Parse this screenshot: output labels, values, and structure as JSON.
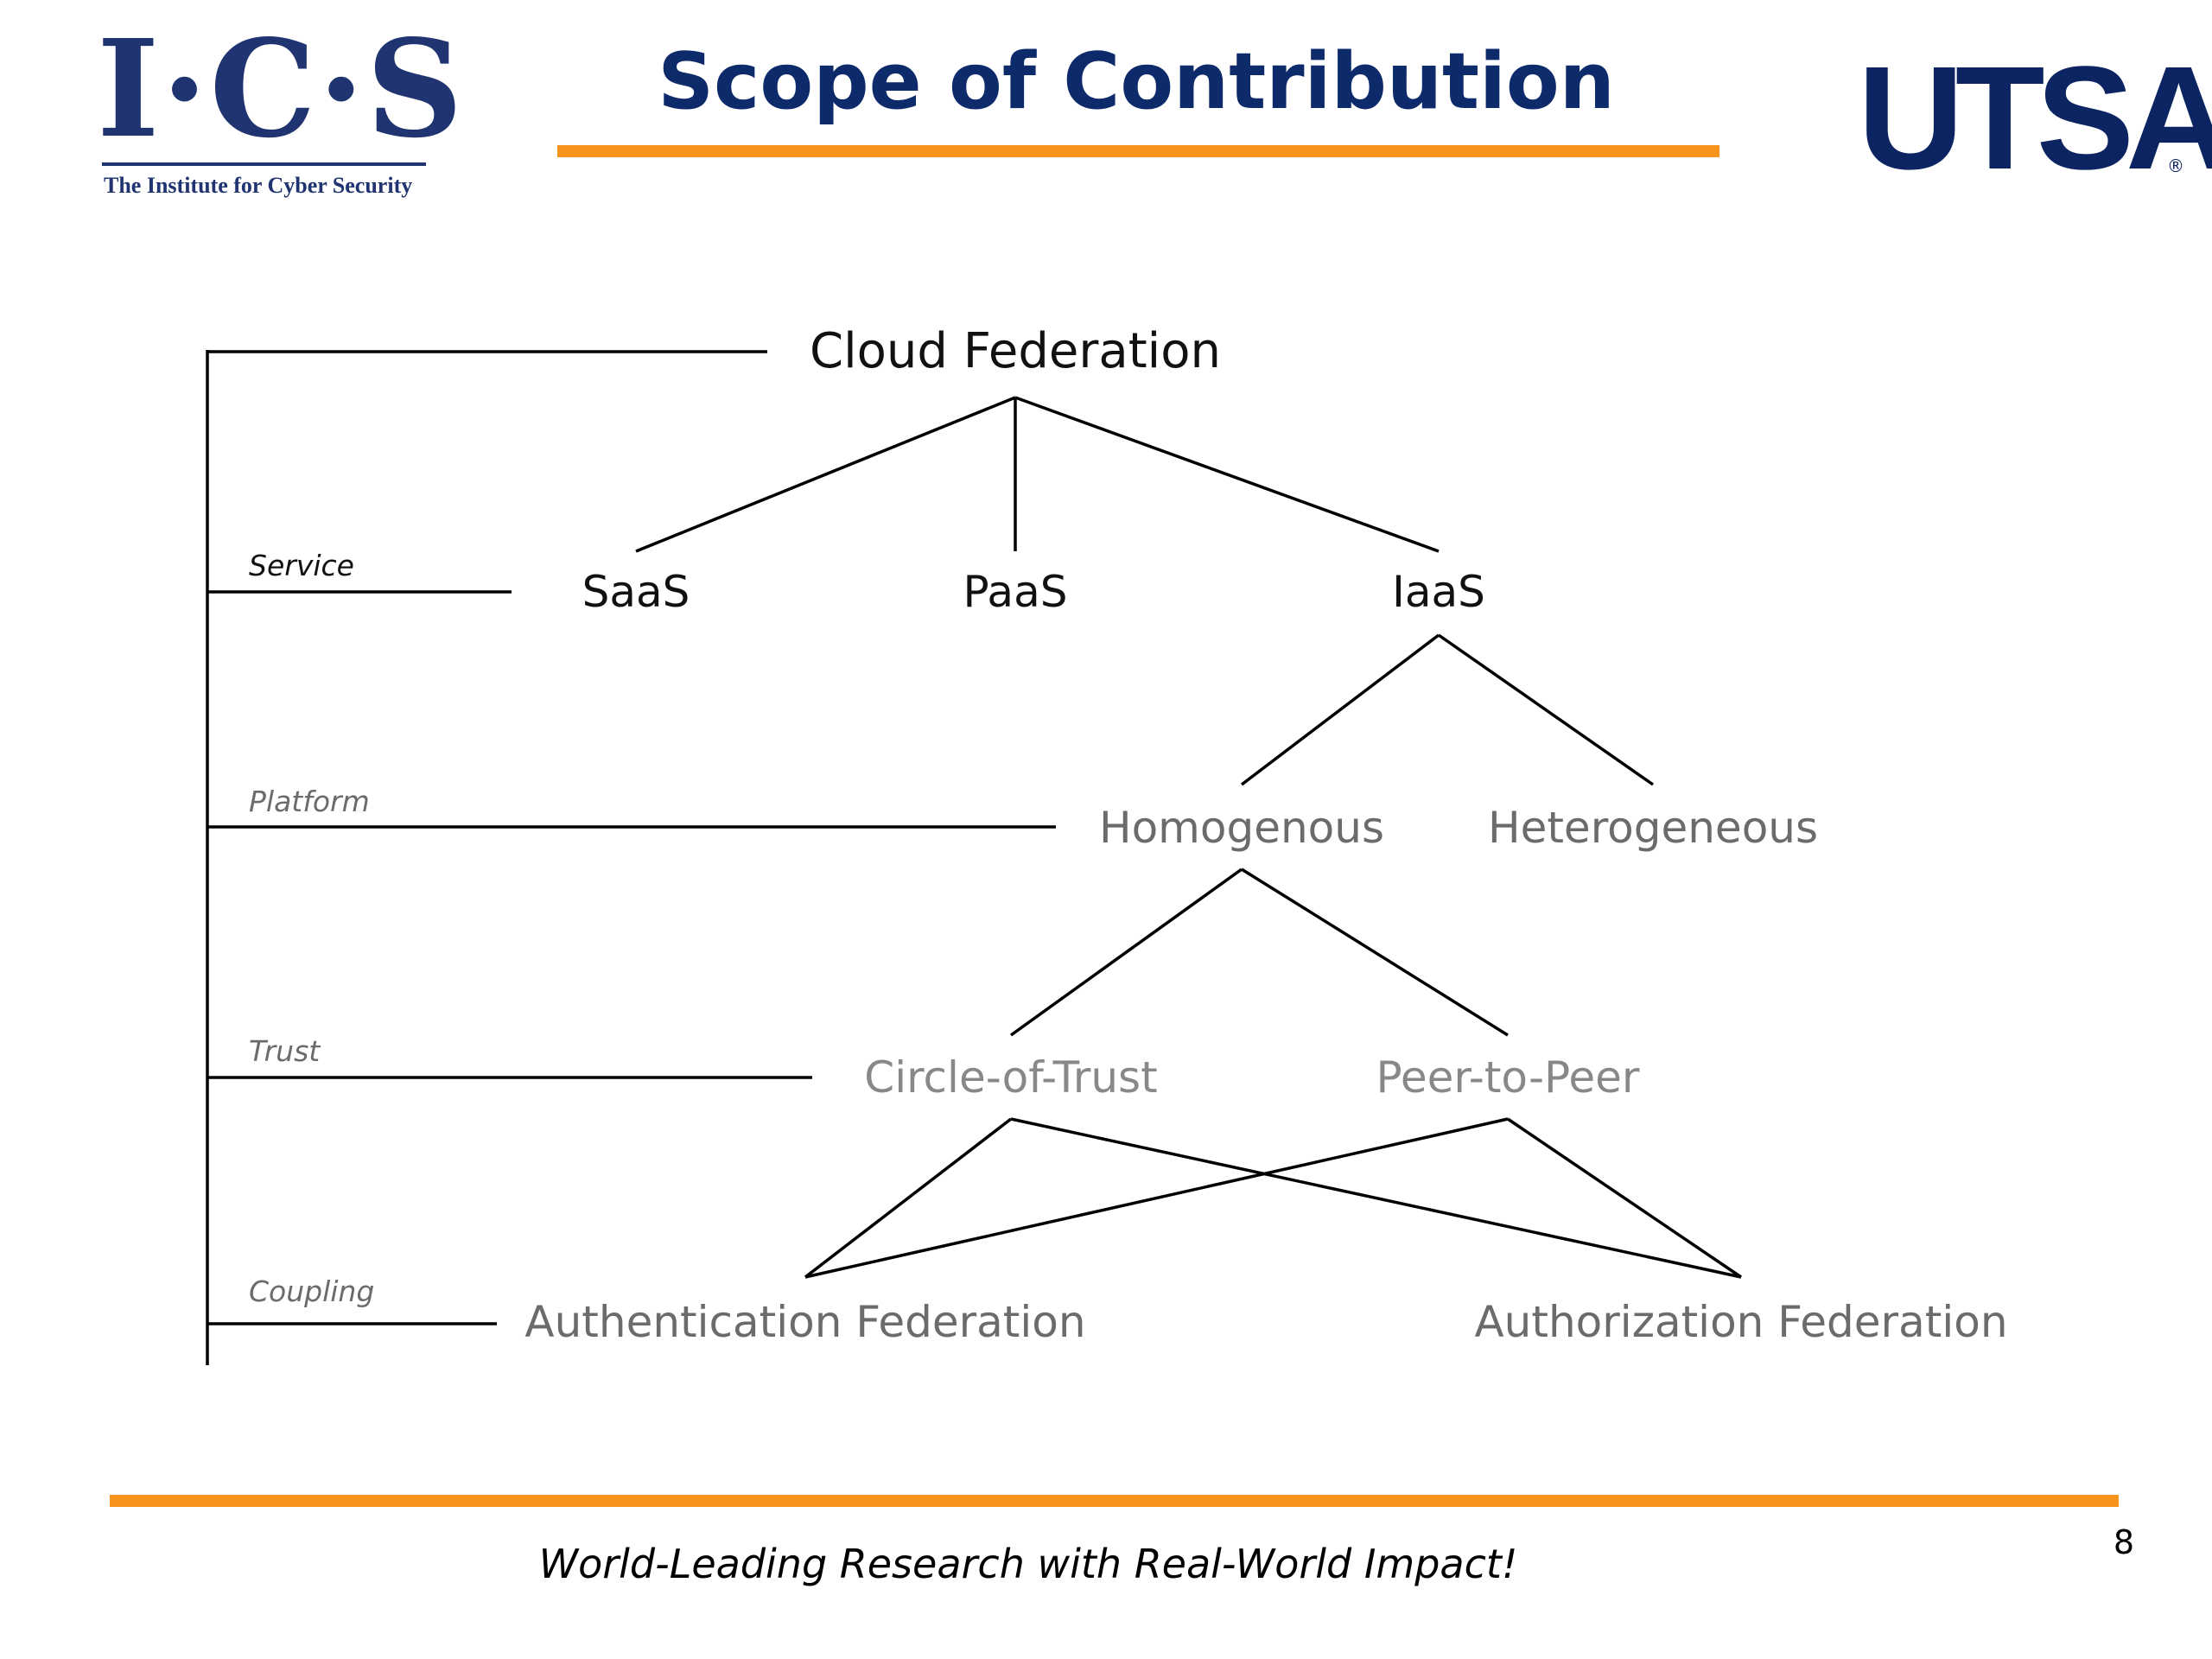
{
  "header": {
    "ics_logo_text": "I·C·S",
    "ics_tagline": "The Institute for Cyber Security",
    "title": "Scope of Contribution",
    "utsa_logo_text": "UTSA",
    "utsa_reg_mark": "®"
  },
  "diagram": {
    "root": "Cloud Federation",
    "levels": [
      {
        "label": "Service",
        "nodes": [
          "SaaS",
          "PaaS",
          "IaaS"
        ]
      },
      {
        "label": "Platform",
        "nodes": [
          "Homogenous",
          "Heterogeneous"
        ]
      },
      {
        "label": "Trust",
        "nodes": [
          "Circle-of-Trust",
          "Peer-to-Peer"
        ]
      },
      {
        "label": "Coupling",
        "nodes": [
          "Authentication Federation",
          "Authorization Federation"
        ]
      }
    ],
    "colors": {
      "lines": "#000000",
      "service_text": "#111111",
      "platform_text": "#6b6b6b",
      "trust_text": "#888888",
      "coupling_text": "#6b6b6b"
    }
  },
  "footer": {
    "slogan": "World-Leading Research with Real-World Impact!",
    "page_number": "8",
    "accent_color": "#f7941d"
  }
}
